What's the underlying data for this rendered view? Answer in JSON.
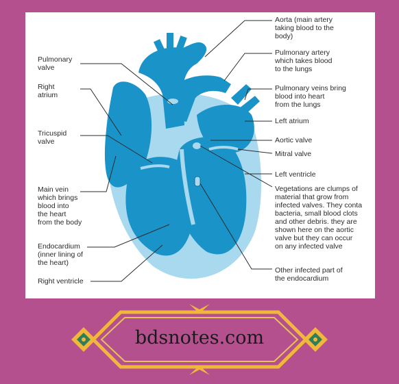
{
  "diagram": {
    "labels_left": [
      {
        "lines": [
          "Pulmonary",
          "valve"
        ]
      },
      {
        "lines": [
          "Right",
          "atrium"
        ]
      },
      {
        "lines": [
          "Tricuspid",
          "valve"
        ]
      },
      {
        "lines": [
          "Main vein",
          "which brings",
          "blood into",
          "the heart",
          "from the body"
        ]
      },
      {
        "lines": [
          "Endocardium",
          "(inner lining of",
          "the heart)"
        ]
      },
      {
        "lines": [
          "Right ventricle"
        ]
      }
    ],
    "labels_right": [
      {
        "lines": [
          "Aorta (main artery",
          "taking blood to the",
          "body)"
        ]
      },
      {
        "lines": [
          "Pulmonary artery",
          "which takes blood",
          "to the lungs"
        ]
      },
      {
        "lines": [
          "Pulmonary veins bring",
          "blood into heart",
          "from the lungs"
        ]
      },
      {
        "lines": [
          "Left atrium"
        ]
      },
      {
        "lines": [
          "Aortic valve"
        ]
      },
      {
        "lines": [
          "Mitral valve"
        ]
      },
      {
        "lines": [
          "Left ventricle"
        ]
      },
      {
        "lines": [
          "Vegetations are clumps of",
          "material that grow from",
          "infected valves. They conta",
          "bacteria, small blood clots",
          "and other debris. they are",
          "shown here on the aortic",
          "valve but they can occur",
          "on any infected valve"
        ]
      },
      {
        "lines": [
          "Other infected part of",
          "the endocardium"
        ]
      }
    ]
  },
  "footer": {
    "site": "bdsnotes.com"
  },
  "colors": {
    "background": "#b5508f",
    "heart_dark": "#1a93c9",
    "heart_light": "#a9d9ef",
    "banner_gold": "#f1b73a",
    "banner_fill": "#b5508f"
  }
}
